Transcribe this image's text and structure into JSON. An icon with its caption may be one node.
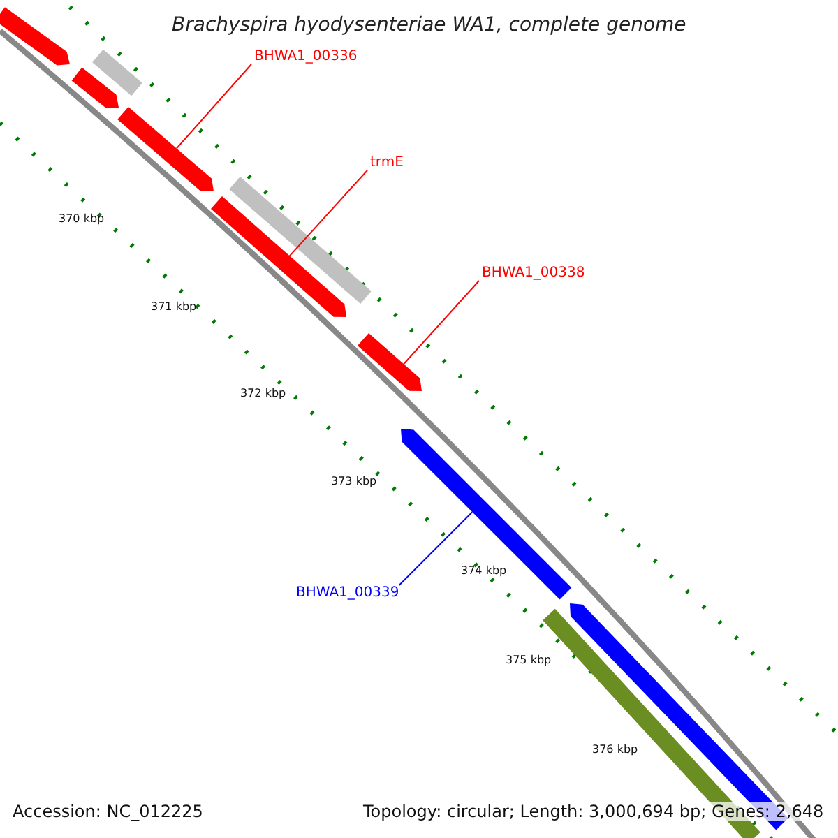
{
  "diagram": {
    "title": "Brachyspira hyodysenteriae WA1, complete genome",
    "nodes": [
      {
        "text": [
          "BHWA1_00336"
        ]
      },
      {
        "text": [
          "trmE"
        ]
      },
      {
        "text": [
          "BHWA1_00338"
        ]
      },
      {
        "text": [
          "BHWA1_00339"
        ]
      },
      {
        "text": [],
        "shape": "bar"
      },
      {
        "text": [],
        "shape": "bar"
      },
      {
        "text": [],
        "shape": "bar"
      },
      {
        "text": [],
        "shape": "bar"
      },
      {
        "text": [],
        "shape": "bar"
      },
      {
        "text": [],
        "shape": "bar"
      },
      {
        "text": [],
        "shape": "bar"
      },
      {
        "text": [],
        "shape": "bar"
      },
      {
        "text": [],
        "shape": "bar"
      },
      {
        "text": [],
        "shape": "bar"
      }
    ],
    "edges": [
      {
        "from": 0,
        "to": 7,
        "arrow": "none"
      },
      {
        "from": 1,
        "to": 9,
        "arrow": "none"
      },
      {
        "from": 2,
        "to": 10,
        "arrow": "none"
      },
      {
        "from": 3,
        "to": 11,
        "arrow": "none",
        "color": "#0000ff"
      }
    ],
    "labels": [
      "370 kbp",
      "371 kbp",
      "372 kbp",
      "373 kbp",
      "374 kbp",
      "375 kbp",
      "376 kbp",
      "Accession: NC_012225",
      "Topology: circular; Length: 3,000,694 bp; Genes: 2,648"
    ]
  }
}
